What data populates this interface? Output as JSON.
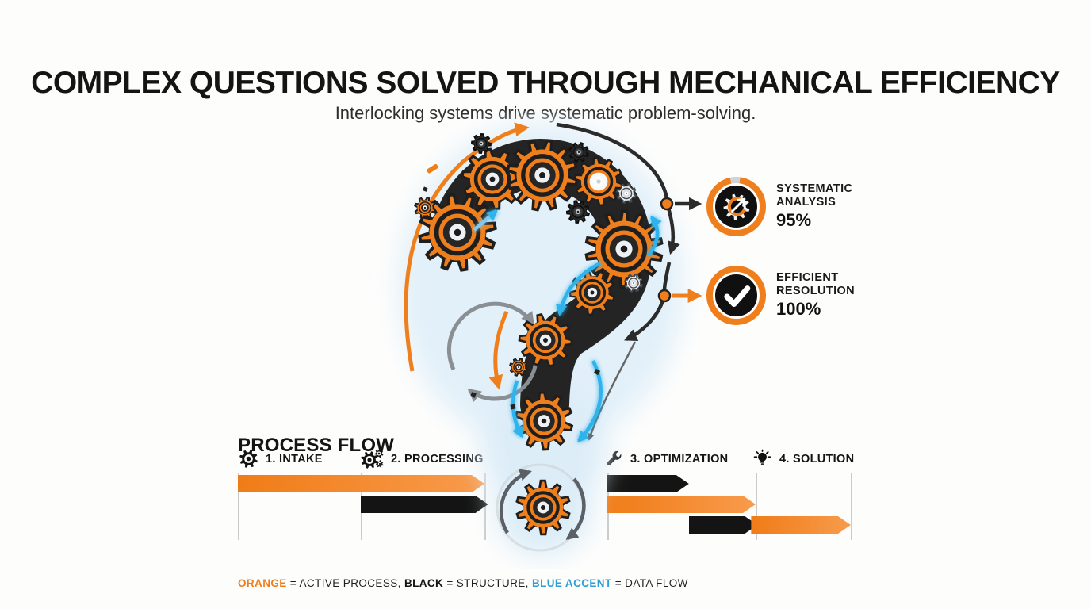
{
  "header": {
    "title": "COMPLEX QUESTIONS SOLVED THROUGH MECHANICAL EFFICIENCY",
    "subtitle": "Interlocking systems drive systematic problem-solving."
  },
  "metrics": [
    {
      "title_line1": "SYSTEMATIC",
      "title_line2": "ANALYSIS",
      "value": "95%",
      "icon": "gear-arrow-icon",
      "ring_fill_percent": 95,
      "connector_color": "black"
    },
    {
      "title_line1": "EFFICIENT",
      "title_line2": "RESOLUTION",
      "value": "100%",
      "icon": "checkmark-icon",
      "ring_fill_percent": 100,
      "connector_color": "orange"
    }
  ],
  "process_flow": {
    "heading": "PROCESS FLOW",
    "steps": [
      {
        "label": "1. INTAKE",
        "icon": "gear-icon"
      },
      {
        "label": "2. PROCESSING",
        "icon": "double-gear-icon"
      },
      {
        "label": "3. OPTIMIZATION",
        "icon": "wrench-icon"
      },
      {
        "label": "4. SOLUTION",
        "icon": "lightbulb-icon"
      }
    ],
    "bars": [
      {
        "row": 1,
        "color": "orange",
        "from_col": 0,
        "to_col": 2
      },
      {
        "row": 2,
        "color": "black",
        "from_col": 1,
        "to_col": 2.03
      },
      {
        "row": 1,
        "color": "black",
        "from_col": 3,
        "to_col": 3.55
      },
      {
        "row": 2,
        "color": "orange",
        "from_col": 3,
        "to_col": 4
      },
      {
        "row": 3,
        "color": "black",
        "from_col": 3.55,
        "to_col": 4.02
      },
      {
        "row": 3,
        "color": "orange",
        "from_col": 3.97,
        "to_col": 5
      }
    ]
  },
  "legend": {
    "equals": " = ",
    "separator": ", ",
    "items": [
      {
        "term": "ORANGE",
        "definition": "ACTIVE PROCESS",
        "term_color": "#EF7F1C"
      },
      {
        "term": "BLACK",
        "definition": "STRUCTURE",
        "term_color": "#141414"
      },
      {
        "term": "BLUE ACCENT",
        "definition": "DATA FLOW",
        "term_color": "#2E9FD6"
      }
    ]
  },
  "colors": {
    "accent_orange": "#EF7F1C",
    "structure_black": "#161616",
    "blue_accent_text": "#2E9FD6",
    "data_flow_cyan": "#2FB3EC",
    "bar_orange": "#F5831F"
  }
}
